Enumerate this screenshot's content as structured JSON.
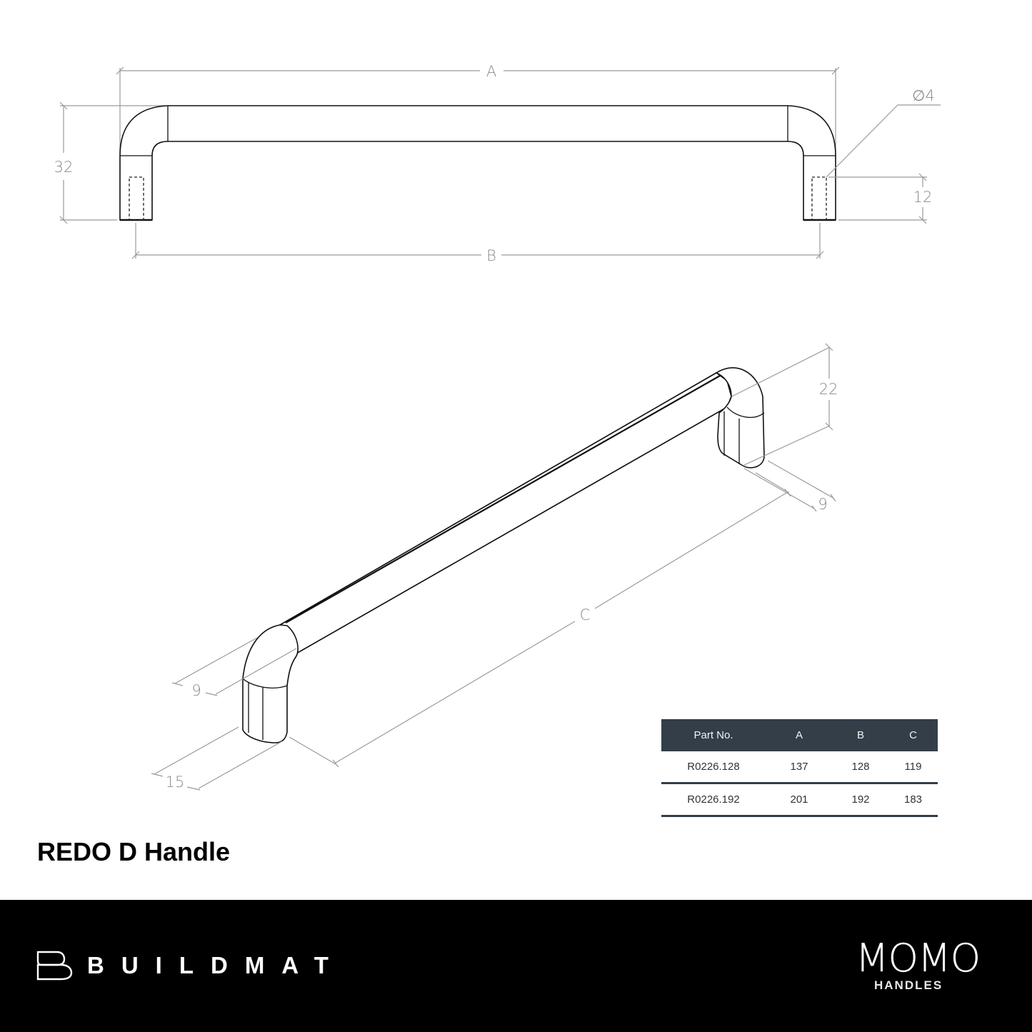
{
  "product": {
    "title": "REDO D Handle"
  },
  "drawing": {
    "front_view": {
      "dim_overall_length_label": "A",
      "dim_hole_centers_label": "B",
      "dim_height_label": "32",
      "dim_hole_diameter_label": "∅4",
      "dim_hole_depth_label": "12"
    },
    "iso_view": {
      "dim_length_label": "C",
      "dim_height_label": "22",
      "dim_right_depth_label": "9",
      "dim_left_bar_label": "9",
      "dim_left_foot_label": "15"
    }
  },
  "spec_table": {
    "headers": [
      "Part No.",
      "A",
      "B",
      "C"
    ],
    "rows": [
      [
        "R0226.128",
        "137",
        "128",
        "119"
      ],
      [
        "R0226.192",
        "201",
        "192",
        "183"
      ]
    ]
  },
  "footer": {
    "left_brand": "BUILDMAT",
    "left_logo_icon": "buildmat-b-logo-icon",
    "right_brand_main": "MOMO",
    "right_brand_sub": "HANDLES"
  },
  "colors": {
    "table_header_bg": "#333e48",
    "footer_bg": "#000000",
    "dimension_line": "#9a9a9a",
    "object_line": "#111111"
  }
}
